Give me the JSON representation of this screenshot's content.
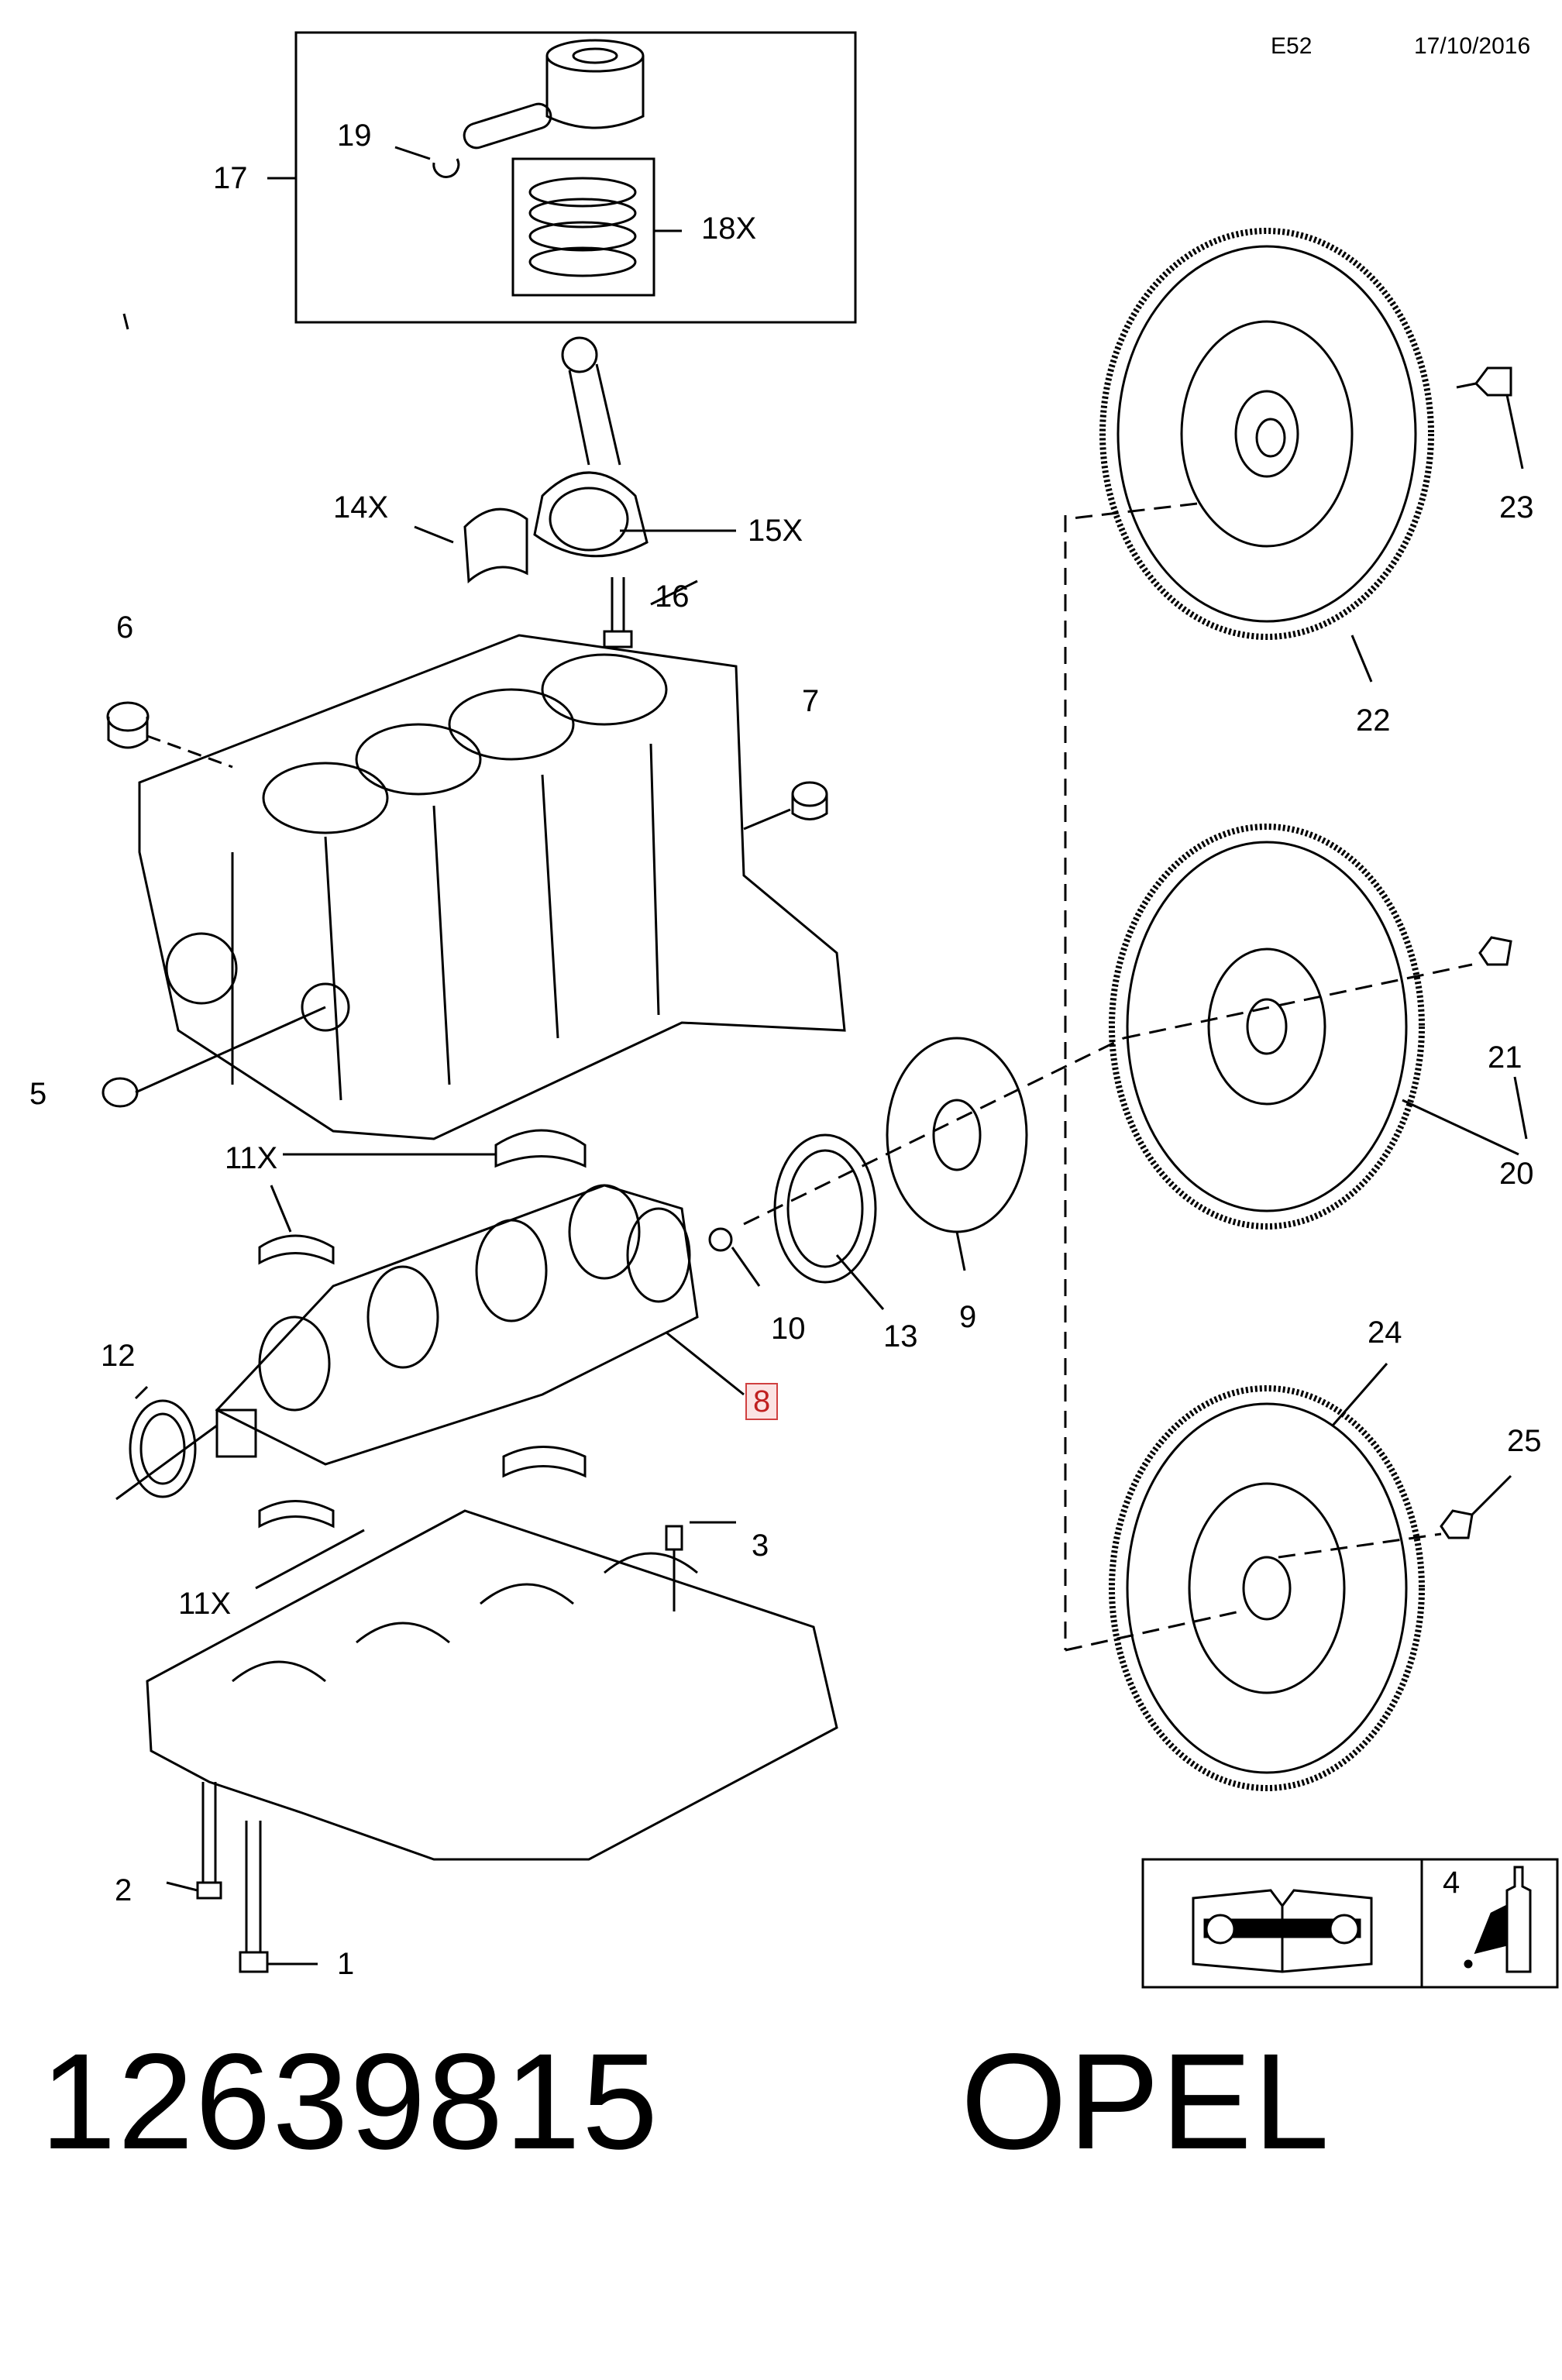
{
  "header": {
    "code": "E52",
    "date": "17/10/2016"
  },
  "callouts": {
    "c1": "1",
    "c2": "2",
    "c3": "3",
    "c4": "4",
    "c5": "5",
    "c6": "6",
    "c7": "7",
    "c8": "8",
    "c9": "9",
    "c10": "10",
    "c11x_top": "11X",
    "c11x_bottom": "11X",
    "c12": "12",
    "c13": "13",
    "c14x": "14X",
    "c15x": "15X",
    "c16": "16",
    "c17": "17",
    "c18x": "18X",
    "c19": "19",
    "c20": "20",
    "c21": "21",
    "c22": "22",
    "c23": "23",
    "c24": "24",
    "c25": "25"
  },
  "footer": {
    "part_number": "12639815",
    "brand": "OPEL"
  },
  "icons": [
    "manual-book-wrench-icon",
    "sealant-tube-icon"
  ]
}
